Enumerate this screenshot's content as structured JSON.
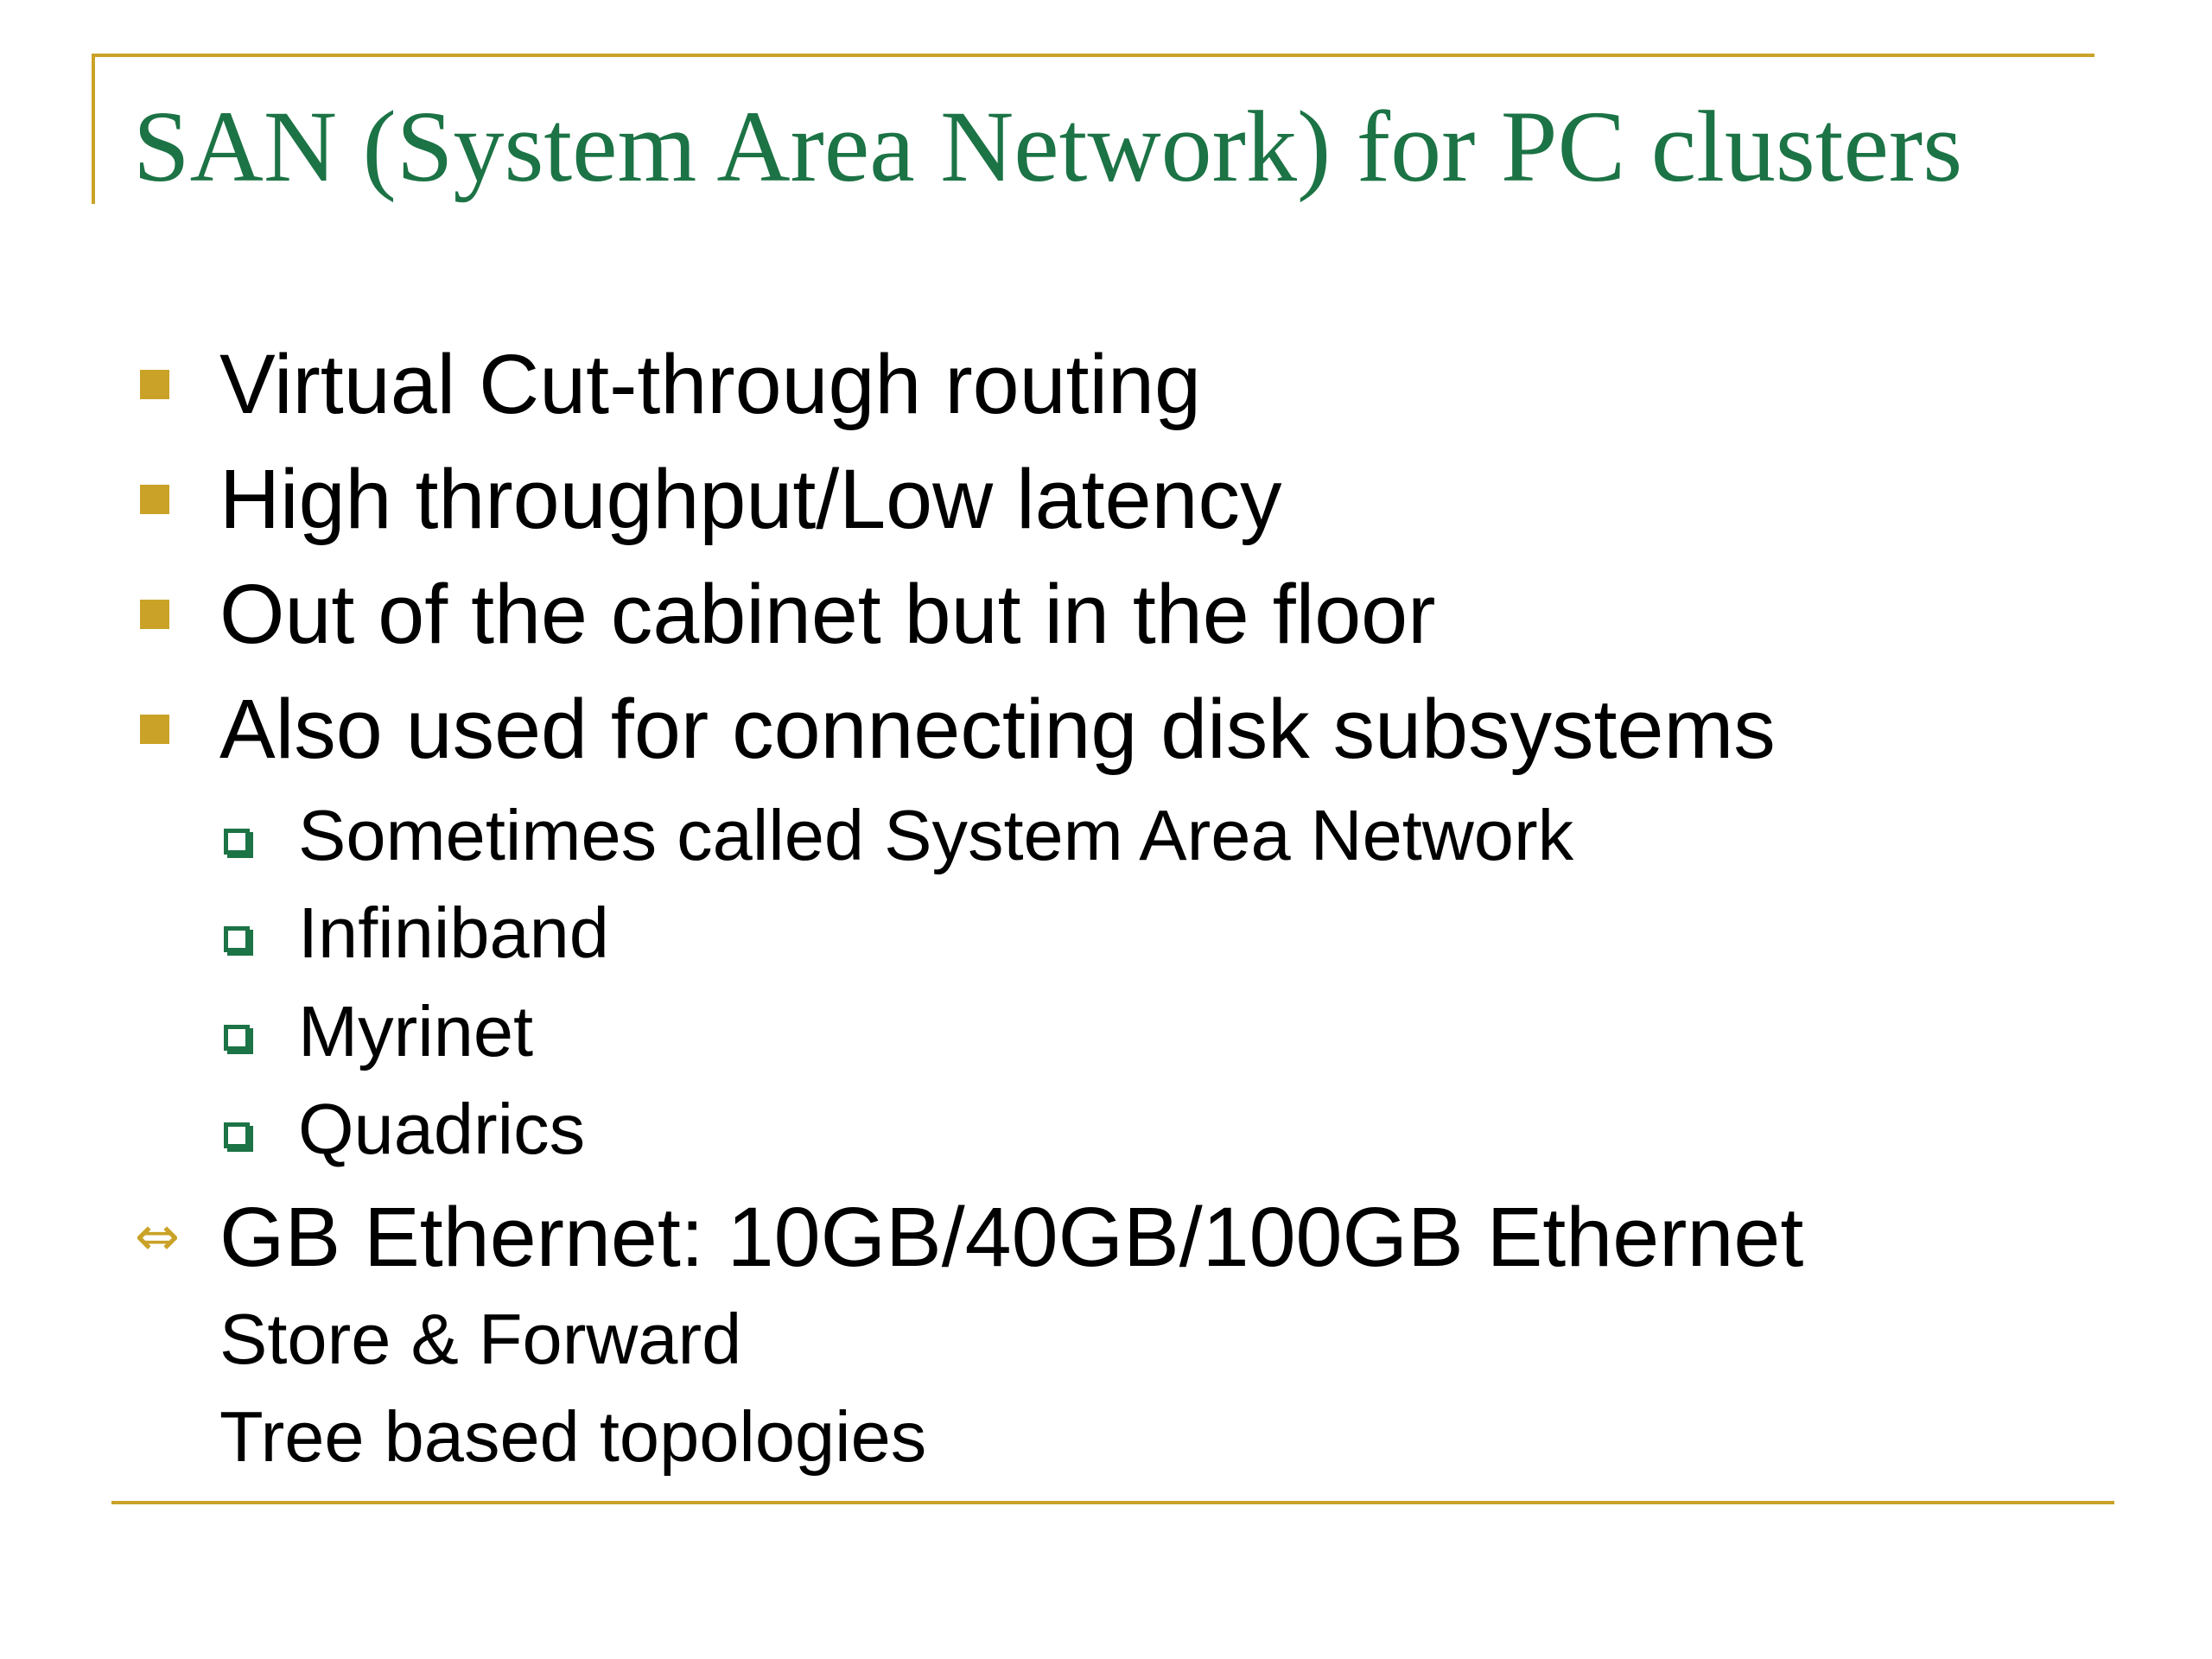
{
  "slide": {
    "title": "SAN (System Area Network) for PC clusters",
    "bullets": [
      {
        "text": "Virtual Cut-through routing"
      },
      {
        "text": "High throughput/Low latency"
      },
      {
        "text": "Out of the cabinet but in the floor"
      },
      {
        "text": "Also used for connecting disk subsystems"
      }
    ],
    "sub_bullets": [
      {
        "text": "Sometimes called System Area Network"
      },
      {
        "text": "Infiniband"
      },
      {
        "text": "Myrinet"
      },
      {
        "text": "Quadrics"
      }
    ],
    "arrow_item": {
      "symbol": "⇔",
      "text": "GB Ethernet: 10GB/40GB/100GB Ethernet"
    },
    "plain_lines": [
      {
        "text": "Store & Forward"
      },
      {
        "text": "Tree based topologies"
      }
    ]
  },
  "colors": {
    "title": "#1c7345",
    "accent": "#c9a227",
    "text": "#000000",
    "background": "#ffffff"
  }
}
